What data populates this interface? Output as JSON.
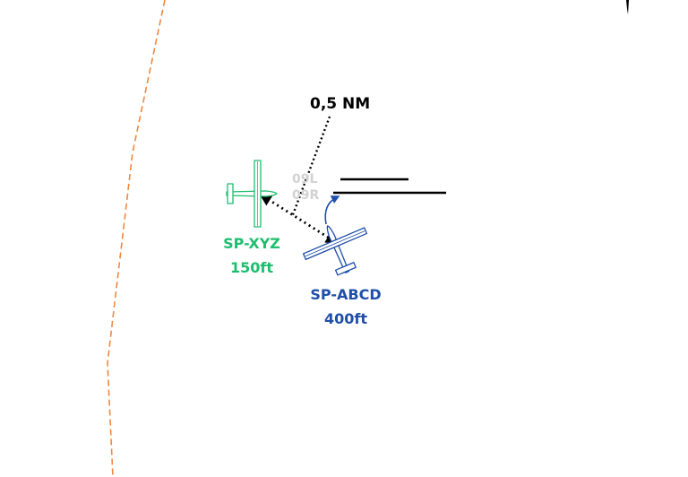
{
  "distance": {
    "label": "0,5 NM"
  },
  "runways": {
    "left_label": "09L",
    "right_label": "09R",
    "line_color": "#000000",
    "label_color": "#d2d2d2"
  },
  "aircraft": [
    {
      "callsign": "SP-XYZ",
      "altitude": "150ft",
      "color": "#1ebe6e"
    },
    {
      "callsign": "SP-ABCD",
      "altitude": "400ft",
      "color": "#1f4fa8"
    }
  ],
  "boundary": {
    "color": "#f0883e",
    "style": "dashed"
  }
}
